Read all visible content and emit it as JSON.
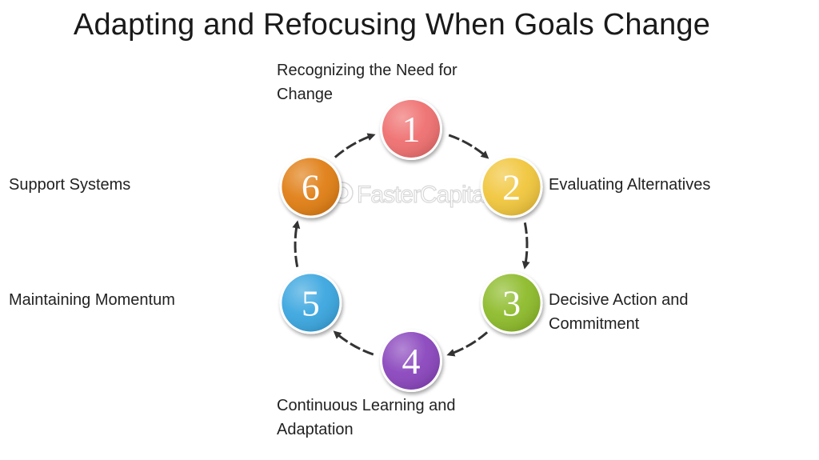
{
  "title": "Adapting and Refocusing When Goals Change",
  "watermark": "FasterCapital",
  "steps": [
    {
      "number": "1",
      "label_lines": [
        "Recognizing the Need for",
        "Change"
      ],
      "color": "#ef6f6f"
    },
    {
      "number": "2",
      "label_lines": [
        "Evaluating Alternatives"
      ],
      "color": "#f1c63c"
    },
    {
      "number": "3",
      "label_lines": [
        "Decisive Action and",
        "Commitment"
      ],
      "color": "#8dbb2a"
    },
    {
      "number": "4",
      "label_lines": [
        "Continuous Learning and",
        "Adaptation"
      ],
      "color": "#8a46bd"
    },
    {
      "number": "5",
      "label_lines": [
        "Maintaining Momentum"
      ],
      "color": "#3aa6df"
    },
    {
      "number": "6",
      "label_lines": [
        "Support Systems"
      ],
      "color": "#e07e14"
    }
  ]
}
